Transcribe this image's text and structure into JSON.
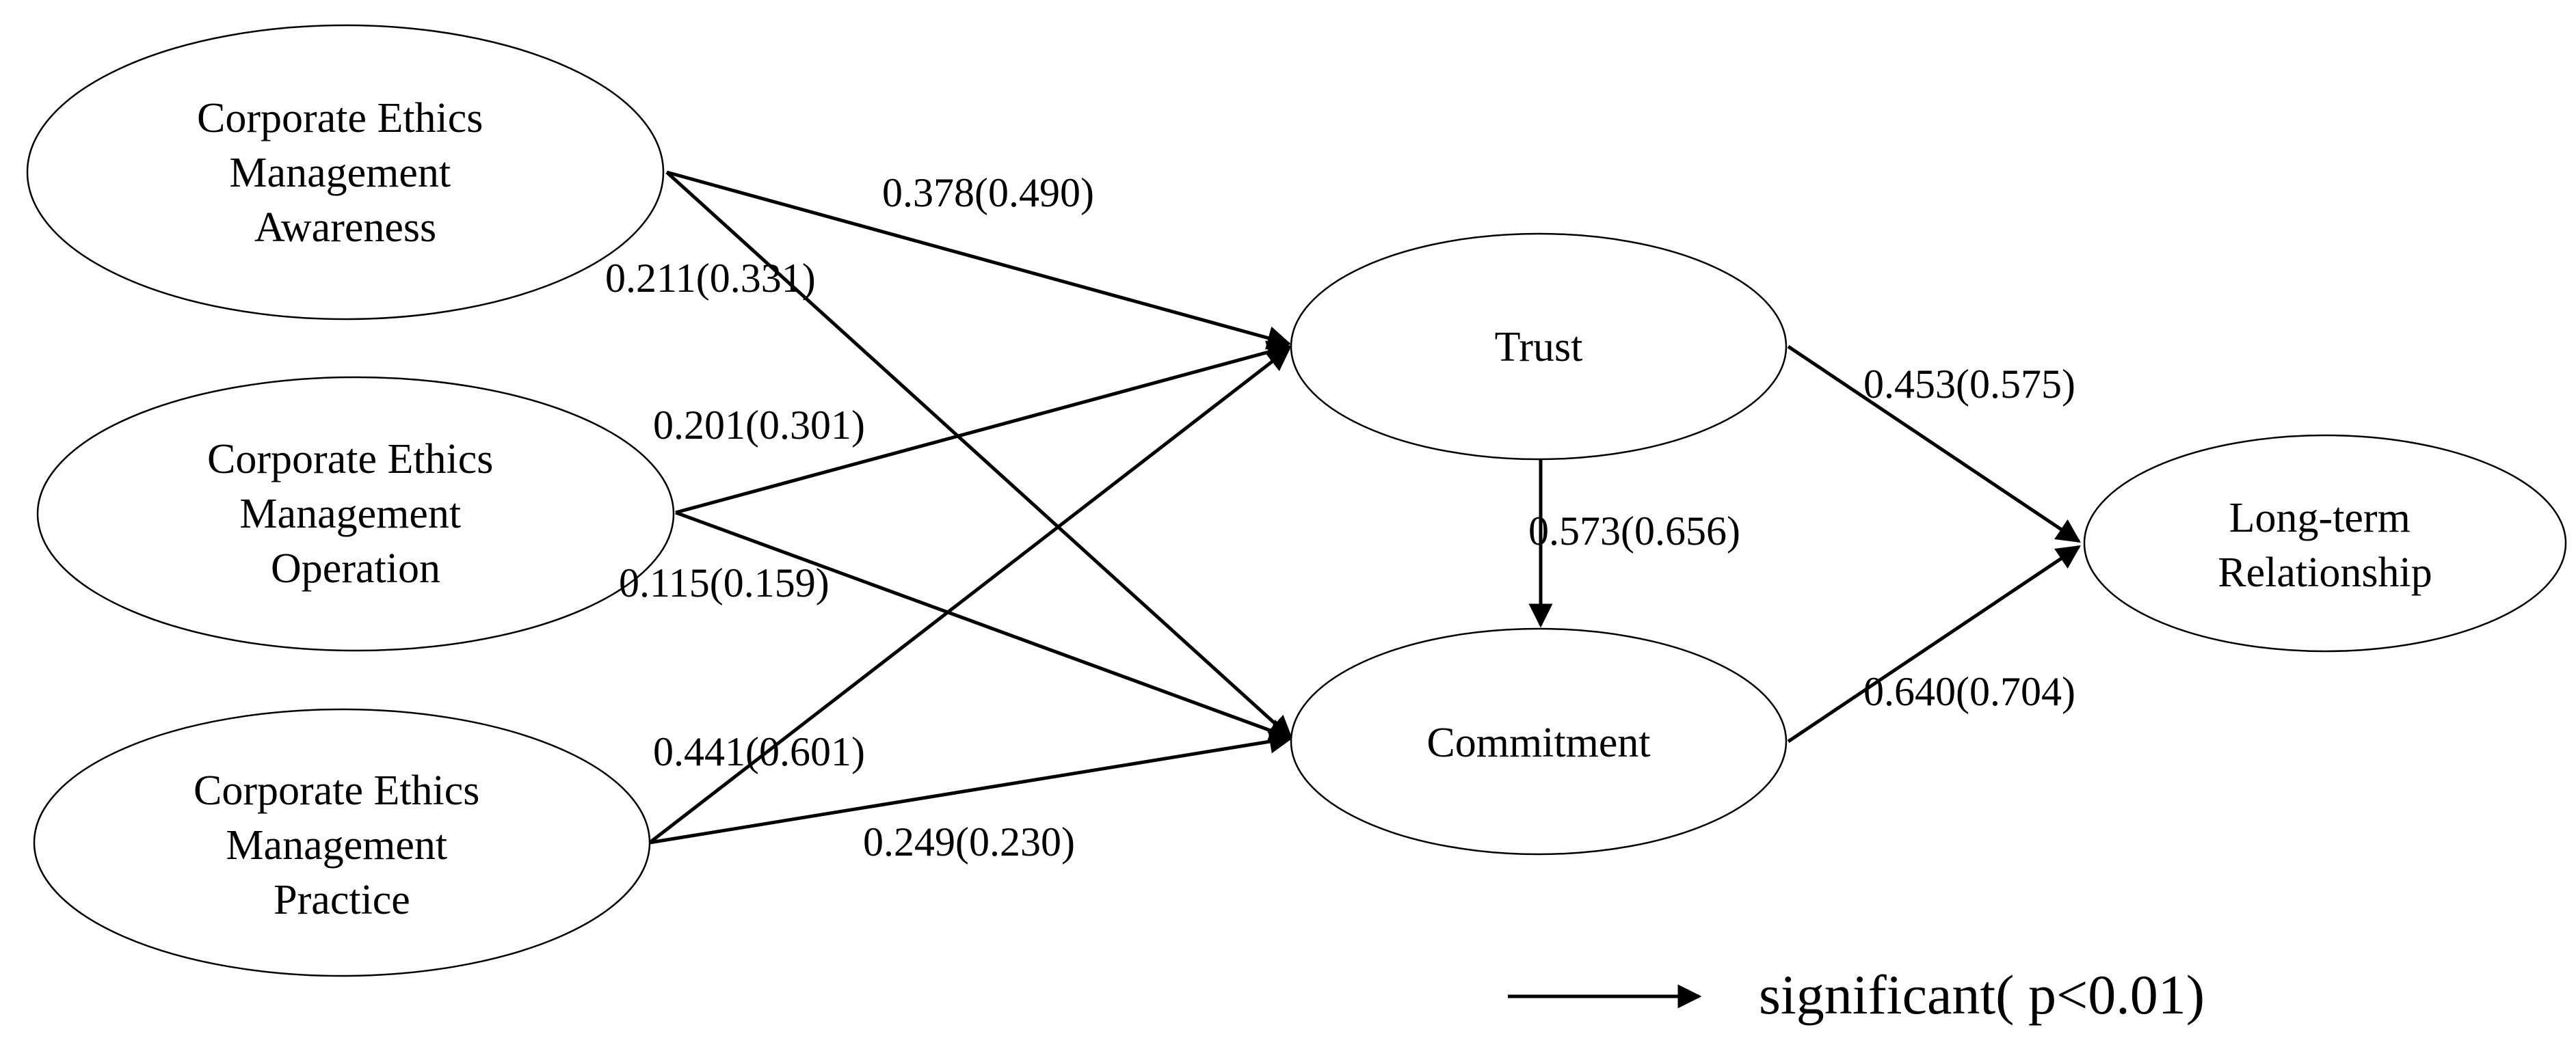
{
  "nodes": {
    "awareness": {
      "lines": [
        "Corporate Ethics",
        "Management",
        "Awareness"
      ]
    },
    "operation": {
      "lines": [
        "Corporate Ethics",
        "Management",
        "Operation"
      ]
    },
    "practice": {
      "lines": [
        "Corporate Ethics",
        "Management",
        "Practice"
      ]
    },
    "trust": {
      "lines": [
        "Trust"
      ]
    },
    "commitment": {
      "lines": [
        "Commitment"
      ]
    },
    "longterm": {
      "lines": [
        "Long-term",
        "Relationship"
      ]
    }
  },
  "edges": {
    "awareness_trust": {
      "label": "0.378(0.490)"
    },
    "awareness_commitment": {
      "label": "0.211(0.331)"
    },
    "operation_trust": {
      "label": "0.201(0.301)"
    },
    "operation_commitment": {
      "label": "0.115(0.159)"
    },
    "practice_trust": {
      "label": "0.441(0.601)"
    },
    "practice_commitment": {
      "label": "0.249(0.230)"
    },
    "trust_commitment": {
      "label": "0.573(0.656)"
    },
    "trust_longterm": {
      "label": "0.453(0.575)"
    },
    "commitment_longterm": {
      "label": "0.640(0.704)"
    }
  },
  "legend": {
    "label": "significant( p<0.01)"
  }
}
